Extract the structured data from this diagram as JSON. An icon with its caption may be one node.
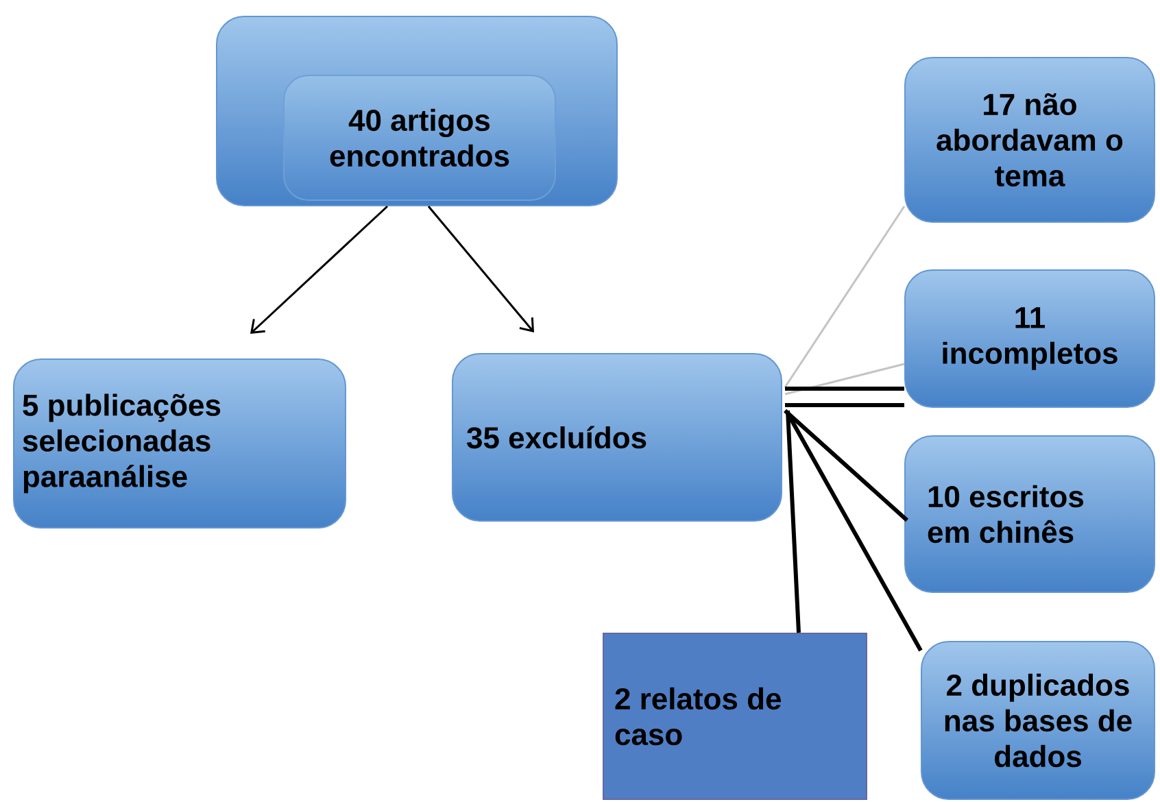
{
  "diagram": {
    "nodes": [
      {
        "text": [],
        "shape": "box"
      },
      {
        "text": [
          "40 artigos encontrados"
        ],
        "in": 0
      },
      {
        "text": [
          "5 publicações selecionadas paraanálise"
        ]
      },
      {
        "text": [
          "35 excluídos"
        ]
      },
      {
        "text": [
          "17 não abordavam o tema"
        ]
      },
      {
        "text": [
          "11 incompletos"
        ]
      },
      {
        "text": [
          "10 escritos em chinês"
        ]
      },
      {
        "text": [
          "2  relatos de caso"
        ]
      },
      {
        "text": [
          "2 duplicados nas bases de dados"
        ]
      }
    ],
    "edges": [
      {
        "from": 0,
        "to": 2,
        "arrow": "to"
      },
      {
        "from": 0,
        "to": 3,
        "arrow": "to"
      },
      {
        "from": 3,
        "to": 4,
        "arrow": "none",
        "color": "#c4c4c4"
      },
      {
        "from": 3,
        "to": 5,
        "arrow": "none",
        "color": "#c4c4c4"
      },
      {
        "from": 3,
        "to": 5,
        "arrow": "none"
      },
      {
        "from": 3,
        "to": 5,
        "arrow": "none"
      },
      {
        "from": 3,
        "to": 6,
        "arrow": "none"
      },
      {
        "from": 3,
        "to": 7,
        "arrow": "none"
      },
      {
        "from": 3,
        "to": 8,
        "arrow": "none"
      }
    ]
  }
}
